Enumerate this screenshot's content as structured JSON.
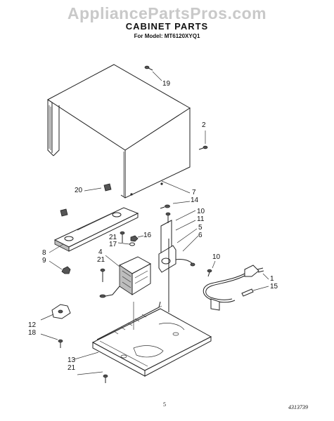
{
  "watermark": "AppliancePartsPros.com",
  "title": "CABINET PARTS",
  "subtitle": "For Model: MT6120XYQ1",
  "page_number": "5",
  "document_number": "4313739",
  "callouts": [
    {
      "id": "c19",
      "text": "19"
    },
    {
      "id": "c2",
      "text": "2"
    },
    {
      "id": "c7",
      "text": "7"
    },
    {
      "id": "c14",
      "text": "14"
    },
    {
      "id": "c20",
      "text": "20"
    },
    {
      "id": "c10a",
      "text": "10"
    },
    {
      "id": "c11",
      "text": "11"
    },
    {
      "id": "c5",
      "text": "5"
    },
    {
      "id": "c6",
      "text": "6"
    },
    {
      "id": "c21a",
      "text": "21"
    },
    {
      "id": "c17",
      "text": "17"
    },
    {
      "id": "c16",
      "text": "16"
    },
    {
      "id": "c4",
      "text": "4"
    },
    {
      "id": "c21b",
      "text": "21"
    },
    {
      "id": "c8",
      "text": "8"
    },
    {
      "id": "c9",
      "text": "9"
    },
    {
      "id": "c10b",
      "text": "10"
    },
    {
      "id": "c1",
      "text": "1"
    },
    {
      "id": "c15",
      "text": "15"
    },
    {
      "id": "c12",
      "text": "12"
    },
    {
      "id": "c18",
      "text": "18"
    },
    {
      "id": "c13",
      "text": "13"
    },
    {
      "id": "c21c",
      "text": "21"
    }
  ]
}
